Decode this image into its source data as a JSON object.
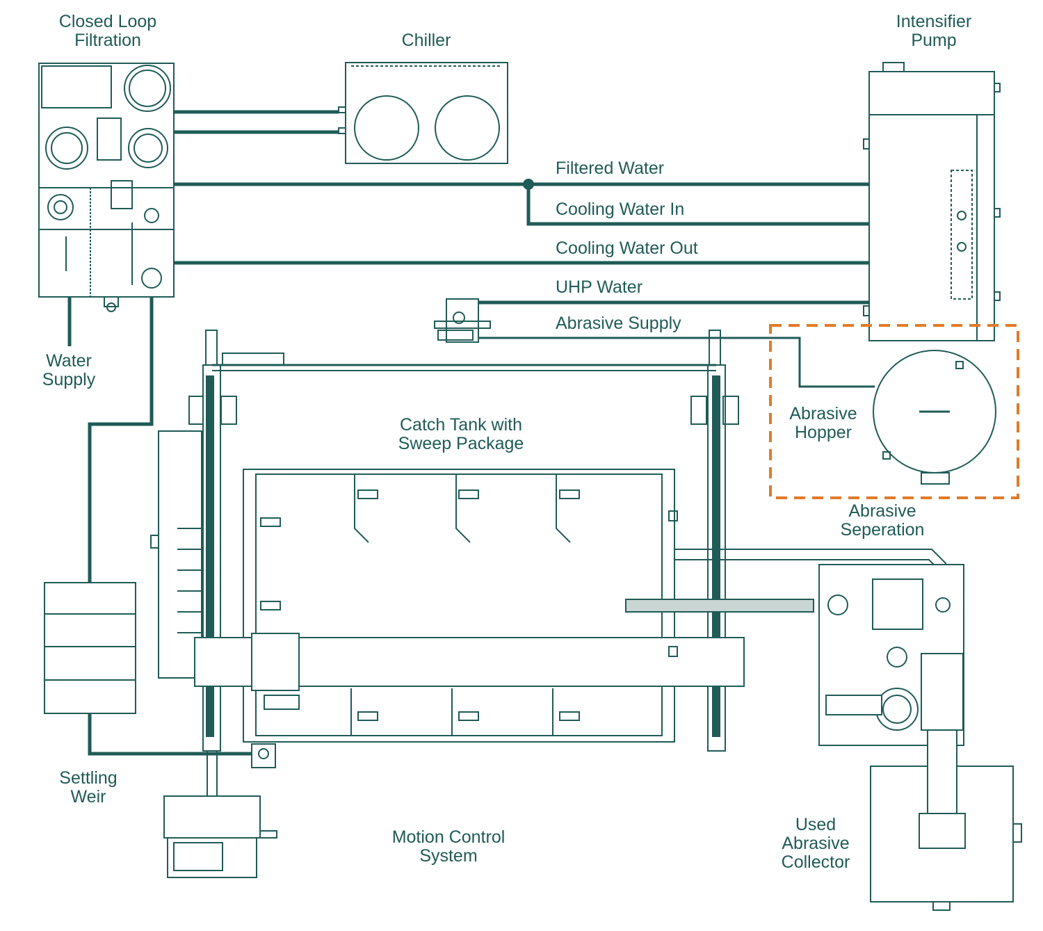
{
  "colors": {
    "line": "#1f5b57",
    "highlight": "#e07b2a",
    "pipe_fill": "#c9d6d4",
    "background": "#ffffff"
  },
  "labels": {
    "closed_loop_filtration": "Closed Loop\nFiltration",
    "chiller": "Chiller",
    "intensifier_pump": "Intensifier\nPump",
    "filtered_water": "Filtered Water",
    "cooling_water_in": "Cooling Water In",
    "cooling_water_out": "Cooling Water Out",
    "uhp_water": "UHP Water",
    "abrasive_supply": "Abrasive Supply",
    "water_supply": "Water\nSupply",
    "abrasive_hopper": "Abrasive\nHopper",
    "catch_tank": "Catch Tank with\nSweep Package",
    "abrasive_separation": "Abrasive\nSeperation",
    "settling_weir": "Settling\nWeir",
    "motion_control": "Motion Control\nSystem",
    "used_abrasive_collector": "Used\nAbrasive\nCollector"
  }
}
